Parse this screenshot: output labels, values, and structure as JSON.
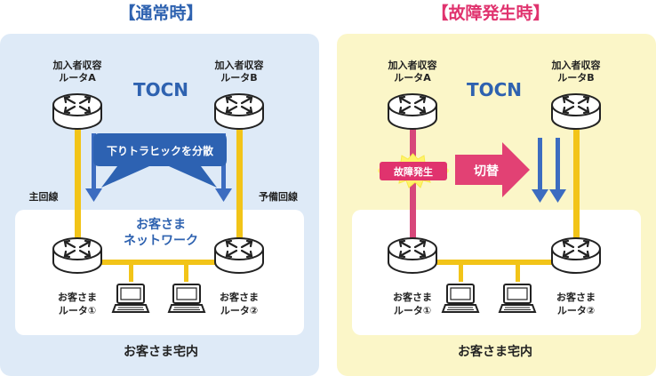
{
  "normal": {
    "heading": "【通常時】",
    "network": "TOCN",
    "router_a_label": [
      "加入者収容",
      "ルータA"
    ],
    "router_b_label": [
      "加入者収容",
      "ルータB"
    ],
    "callout": "下りトラヒックを分散",
    "main_line": "主回線",
    "backup_line": "予備回線",
    "lan_label": [
      "お客さま",
      "ネットワーク"
    ],
    "router_1_label": [
      "お客さま",
      "ルータ①"
    ],
    "router_2_label": [
      "お客さま",
      "ルータ②"
    ],
    "premises": "お客さま宅内"
  },
  "failure": {
    "heading": "【故障発生時】",
    "network": "TOCN",
    "router_a_label": [
      "加入者収容",
      "ルータA"
    ],
    "router_b_label": [
      "加入者収容",
      "ルータB"
    ],
    "failure_badge": "故障発生",
    "switch_arrow": "切替",
    "router_1_label": [
      "お客さま",
      "ルータ①"
    ],
    "router_2_label": [
      "お客さま",
      "ルータ②"
    ],
    "premises": "お客さま宅内"
  },
  "colors": {
    "normal_heading": "#2e62b0",
    "failure_heading": "#e0336e",
    "normal_panel": "#deeaf7",
    "failure_panel": "#fbf6c8",
    "line": "#f2c418",
    "failed_line": "#d7477a",
    "arrow": "#3c6cc0",
    "switch": "#e24174"
  }
}
